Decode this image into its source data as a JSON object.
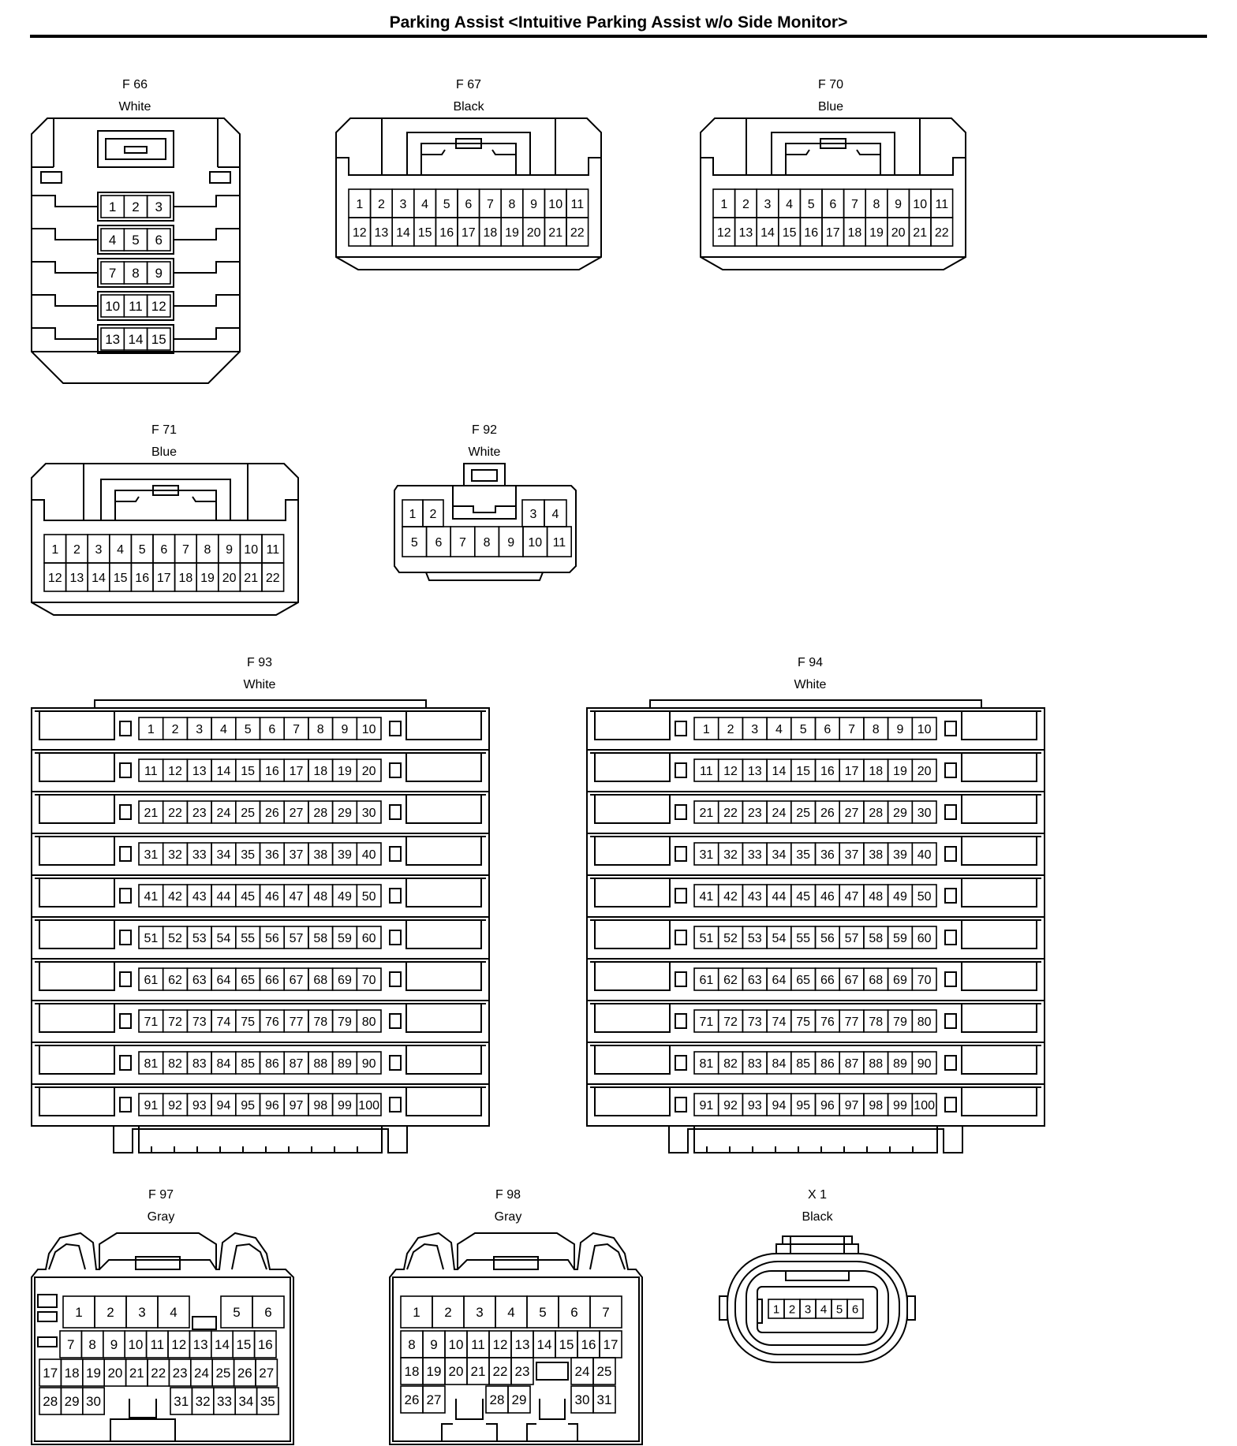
{
  "page": {
    "title": "Parking Assist <Intuitive Parking Assist w/o Side Monitor>"
  },
  "connectors": [
    {
      "id": "F 66",
      "color": "White"
    },
    {
      "id": "F 67",
      "color": "Black"
    },
    {
      "id": "F 70",
      "color": "Blue"
    },
    {
      "id": "F 71",
      "color": "Blue"
    },
    {
      "id": "F 92",
      "color": "White"
    },
    {
      "id": "F 93",
      "color": "White"
    },
    {
      "id": "F 94",
      "color": "White"
    },
    {
      "id": "F 97",
      "color": "Gray"
    },
    {
      "id": "F 98",
      "color": "Gray"
    },
    {
      "id": "X 1",
      "color": "Black"
    }
  ],
  "pins": {
    "F66": [
      [
        "1",
        "2",
        "3"
      ],
      [
        "4",
        "5",
        "6"
      ],
      [
        "7",
        "8",
        "9"
      ],
      [
        "10",
        "11",
        "12"
      ],
      [
        "13",
        "14",
        "15"
      ]
    ],
    "F67": [
      [
        "1",
        "2",
        "3",
        "4",
        "5",
        "6",
        "7",
        "8",
        "9",
        "10",
        "11"
      ],
      [
        "12",
        "13",
        "14",
        "15",
        "16",
        "17",
        "18",
        "19",
        "20",
        "21",
        "22"
      ]
    ],
    "F70": [
      [
        "1",
        "2",
        "3",
        "4",
        "5",
        "6",
        "7",
        "8",
        "9",
        "10",
        "11"
      ],
      [
        "12",
        "13",
        "14",
        "15",
        "16",
        "17",
        "18",
        "19",
        "20",
        "21",
        "22"
      ]
    ],
    "F71": [
      [
        "1",
        "2",
        "3",
        "4",
        "5",
        "6",
        "7",
        "8",
        "9",
        "10",
        "11"
      ],
      [
        "12",
        "13",
        "14",
        "15",
        "16",
        "17",
        "18",
        "19",
        "20",
        "21",
        "22"
      ]
    ],
    "F92": {
      "top_left": [
        "1",
        "2"
      ],
      "top_right": [
        "3",
        "4"
      ],
      "bottom": [
        "5",
        "6",
        "7",
        "8",
        "9",
        "10",
        "11"
      ]
    },
    "F93": {
      "first": 1,
      "last": 100,
      "per_row": 10
    },
    "F94": {
      "first": 1,
      "last": 100,
      "per_row": 10
    },
    "F97": {
      "row1_left": [
        "1",
        "2",
        "3",
        "4"
      ],
      "row1_right": [
        "5",
        "6"
      ],
      "row2": [
        "7",
        "8",
        "9",
        "10",
        "11",
        "12",
        "13",
        "14",
        "15",
        "16"
      ],
      "row3": [
        "17",
        "18",
        "19",
        "20",
        "21",
        "22",
        "23",
        "24",
        "25",
        "26",
        "27"
      ],
      "row4_left": [
        "28",
        "29",
        "30"
      ],
      "row4_right": [
        "31",
        "32",
        "33",
        "34",
        "35"
      ]
    },
    "F98": {
      "row1": [
        "1",
        "2",
        "3",
        "4",
        "5",
        "6",
        "7"
      ],
      "row2": [
        "8",
        "9",
        "10",
        "11",
        "12",
        "13",
        "14",
        "15",
        "16",
        "17"
      ],
      "row3_left": [
        "18",
        "19",
        "20",
        "21",
        "22",
        "23"
      ],
      "row3_right": [
        "24",
        "25"
      ],
      "row4_a": [
        "26",
        "27"
      ],
      "row4_b": [
        "28",
        "29"
      ],
      "row4_c": [
        "30",
        "31"
      ]
    },
    "X1": [
      "1",
      "2",
      "3",
      "4",
      "5",
      "6"
    ]
  }
}
